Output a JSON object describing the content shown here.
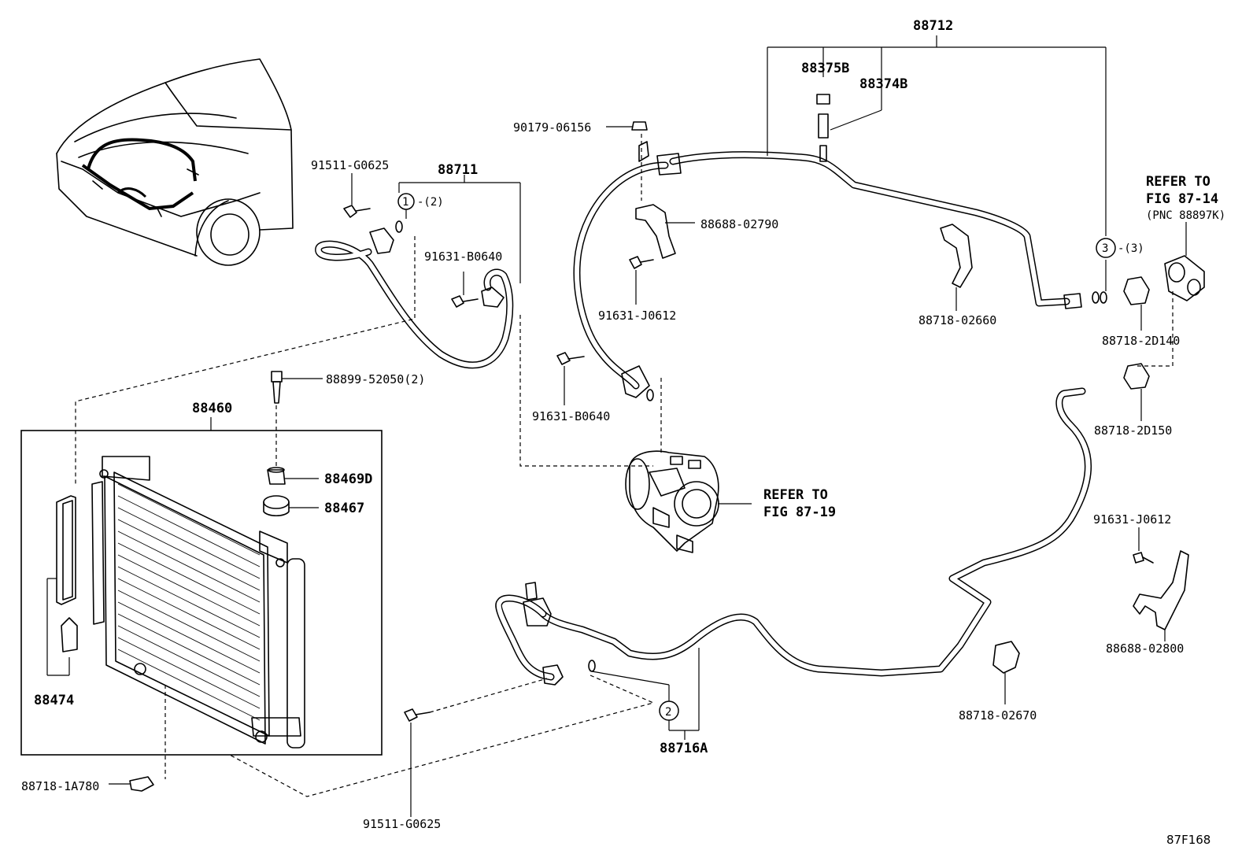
{
  "labels": {
    "p88712": "88712",
    "p88375b": "88375B",
    "p88374b": "88374B",
    "p90179": "90179-06156",
    "p88711": "88711",
    "p91511_top": "91511-G0625",
    "c1_qty": "-(2)",
    "c1_num": "1",
    "p88688_02790": "88688-02790",
    "p91631_b0640_top": "91631-B0640",
    "p91631_j0612_top": "91631-J0612",
    "p88718_02660": "88718-02660",
    "c3_num": "3",
    "c3_qty": "-(3)",
    "refer_1a": "REFER TO",
    "refer_1b": "FIG 87-14",
    "refer_1c": "(PNC 88897K)",
    "p88718_2d140": "88718-2D140",
    "p88718_2d150": "88718-2D150",
    "p88899": "88899-52050(2)",
    "p91631_b0640_mid": "91631-B0640",
    "p88460": "88460",
    "p88469d": "88469D",
    "p88467": "88467",
    "refer_2a": "REFER TO",
    "refer_2b": "FIG 87-19",
    "p91631_j0612_right": "91631-J0612",
    "p88688_02800": "88688-02800",
    "p88474": "88474",
    "c2_num": "2",
    "p88716a": "88716A",
    "p88718_02670": "88718-02670",
    "p88718_1a780": "88718-1A780",
    "p91511_bottom": "91511-G0625",
    "fig_code": "87F168"
  }
}
